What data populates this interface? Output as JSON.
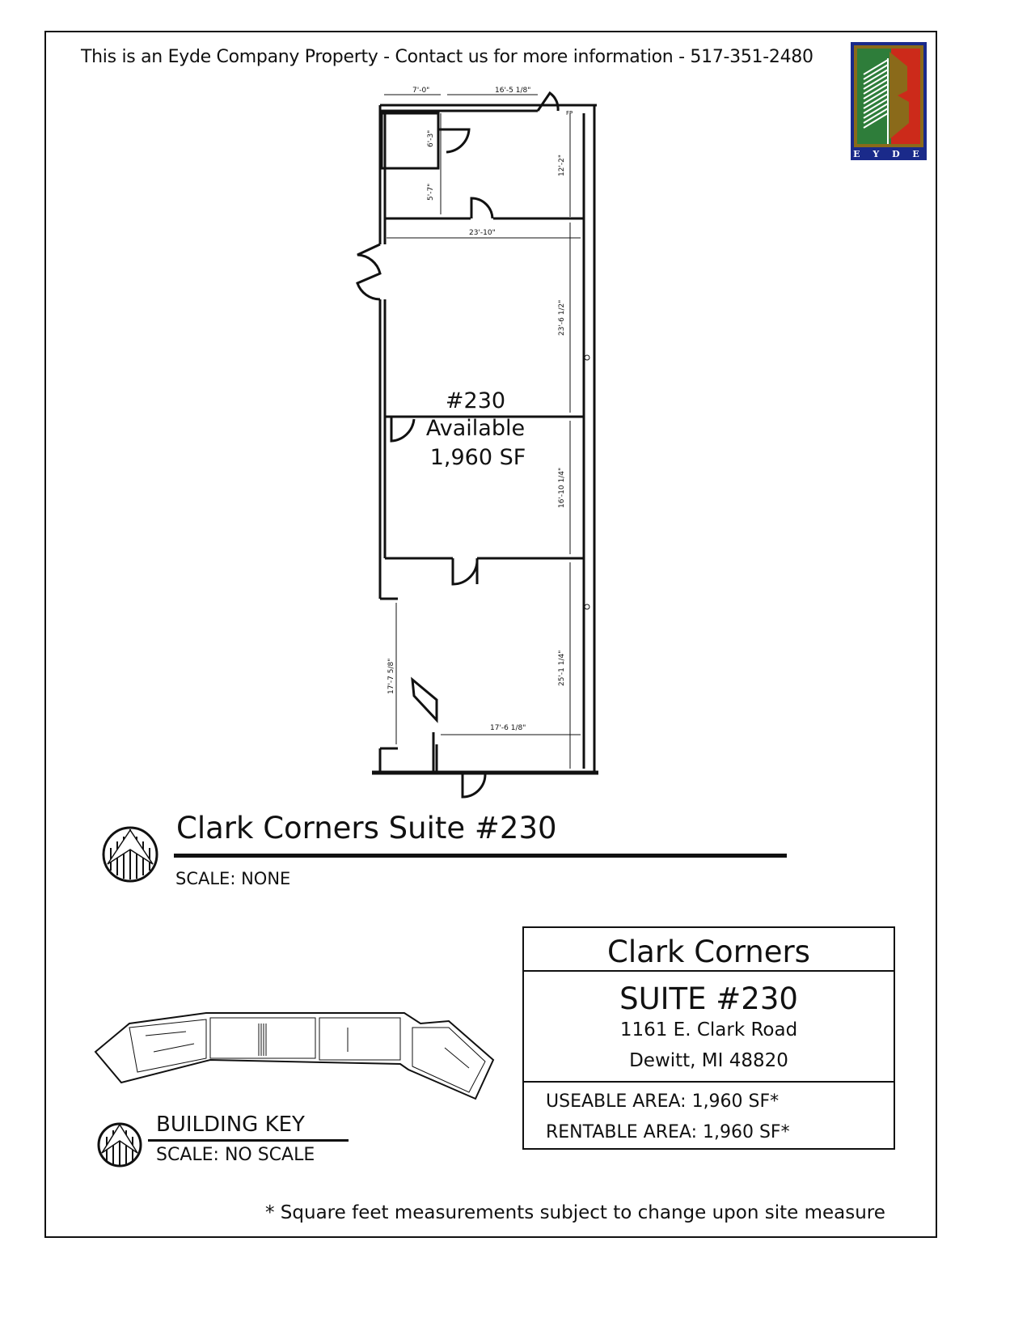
{
  "header": {
    "text": "This is an Eyde Company Property - Contact us for more information - 517-351-2480"
  },
  "logo": {
    "text": "E Y D E",
    "colors": {
      "border": "#1a2a8a",
      "gold": "#8a6a1a",
      "green": "#2e7d3a",
      "red": "#cc2a1a"
    }
  },
  "floor_plan": {
    "suite_label": "#230",
    "status": "Available",
    "area": "1,960 SF",
    "dimensions": {
      "top_left": "7'-0\"",
      "top_right": "16'-5 1/8\"",
      "restroom": "6'-3\"",
      "closet": "5'-7\"",
      "front_room": "12'-2\"",
      "width": "23'-10\"",
      "main_room": "23'-6 1/2\"",
      "middle_room": "16'-10 1/4\"",
      "rear_room": "25'-1 1/4\"",
      "rear_left": "17'-7 5/8\"",
      "rear_width": "17'-6 1/8\"",
      "fp": "FP"
    }
  },
  "plan_caption": {
    "title": "Clark Corners Suite #230",
    "scale": "SCALE: NONE"
  },
  "building_key": {
    "title": "BUILDING KEY",
    "scale": "SCALE: NO SCALE"
  },
  "info_box": {
    "name": "Clark Corners",
    "suite": "SUITE #230",
    "address_line1": "1161 E. Clark Road",
    "address_line2": "Dewitt, MI 48820",
    "useable_area": "USEABLE AREA: 1,960 SF*",
    "rentable_area": "RENTABLE AREA: 1,960 SF*"
  },
  "footnote": "* Square feet measurements subject to change upon site measure"
}
